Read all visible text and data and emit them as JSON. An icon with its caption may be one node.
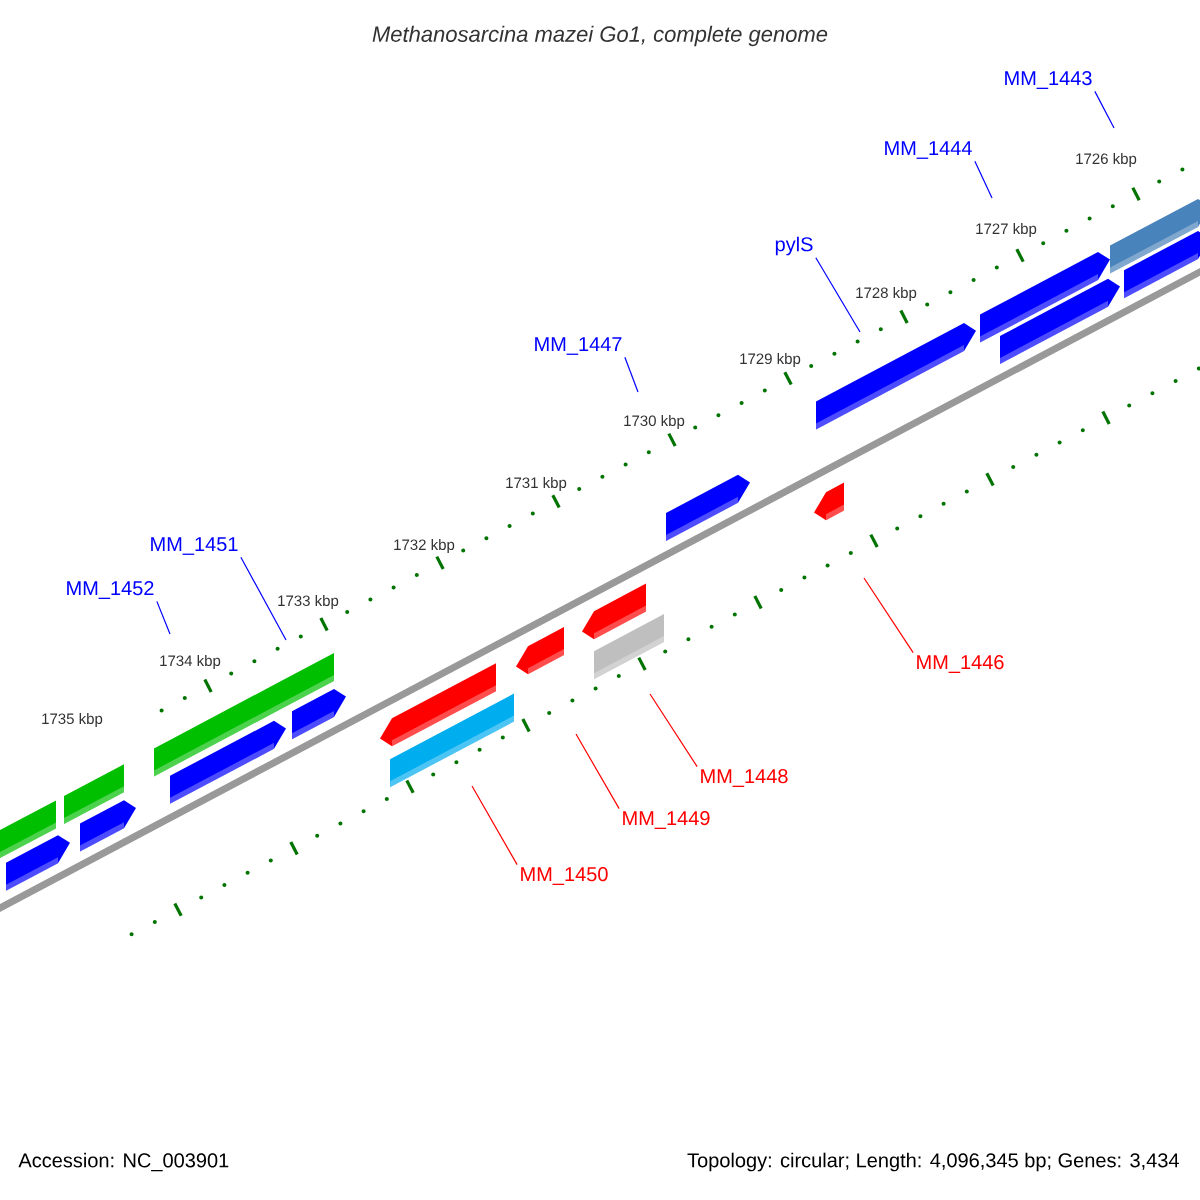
{
  "diagram": {
    "title": "Methanosarcina mazei Go1, complete genome",
    "nodes": [
      {
        "text": [
          "MM_1443"
        ]
      },
      {
        "text": [
          "MM_1444"
        ]
      },
      {
        "text": [
          "pylS"
        ]
      },
      {
        "text": [
          "MM_1447"
        ]
      },
      {
        "text": [
          "MM_1451"
        ]
      },
      {
        "text": [
          "MM_1452"
        ]
      },
      {
        "text": [
          "MM_1446"
        ]
      },
      {
        "text": [
          "MM_1448"
        ]
      },
      {
        "text": [
          "MM_1449"
        ]
      },
      {
        "text": [
          "MM_1450"
        ]
      }
    ],
    "edges": [
      {
        "from": 0,
        "to": null,
        "arrow": "none",
        "color": "#0000ff"
      },
      {
        "from": 1,
        "to": null,
        "arrow": "none",
        "color": "#0000ff"
      },
      {
        "from": 2,
        "to": null,
        "arrow": "none",
        "color": "#0000ff"
      },
      {
        "from": 3,
        "to": null,
        "arrow": "none",
        "color": "#0000ff"
      },
      {
        "from": 4,
        "to": null,
        "arrow": "none",
        "color": "#0000ff"
      },
      {
        "from": 5,
        "to": null,
        "arrow": "none",
        "color": "#0000ff"
      },
      {
        "from": 6,
        "to": null,
        "arrow": "none",
        "color": "#ff0000"
      },
      {
        "from": 7,
        "to": null,
        "arrow": "none",
        "color": "#ff0000"
      },
      {
        "from": 8,
        "to": null,
        "arrow": "none",
        "color": "#ff0000"
      },
      {
        "from": 9,
        "to": null,
        "arrow": "none",
        "color": "#ff0000"
      }
    ],
    "labels": [
      "1726 kbp",
      "1727 kbp",
      "1728 kbp",
      "1729 kbp",
      "1730 kbp",
      "1731 kbp",
      "1732 kbp",
      "1733 kbp",
      "1734 kbp",
      "1735 kbp",
      "Accession: NC_003901",
      "Topology: circular; Length: 4,096,345 bp; Genes: 3,434"
    ]
  }
}
